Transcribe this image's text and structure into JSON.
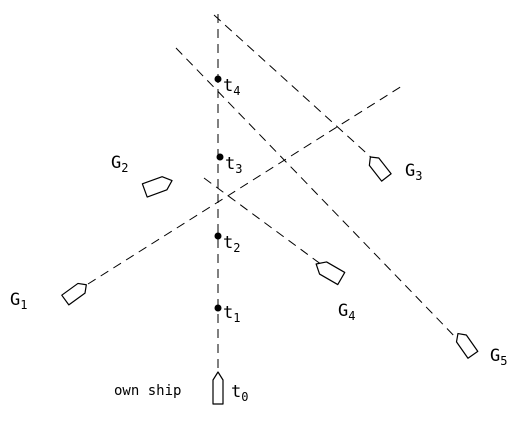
{
  "diagram": {
    "own_ship_label": "own ship",
    "time_points": [
      {
        "letter": "t",
        "sub": "0"
      },
      {
        "letter": "t",
        "sub": "1"
      },
      {
        "letter": "t",
        "sub": "2"
      },
      {
        "letter": "t",
        "sub": "3"
      },
      {
        "letter": "t",
        "sub": "4"
      }
    ],
    "targets": [
      {
        "letter": "G",
        "sub": "1"
      },
      {
        "letter": "G",
        "sub": "2"
      },
      {
        "letter": "G",
        "sub": "3"
      },
      {
        "letter": "G",
        "sub": "4"
      },
      {
        "letter": "G",
        "sub": "5"
      }
    ]
  }
}
